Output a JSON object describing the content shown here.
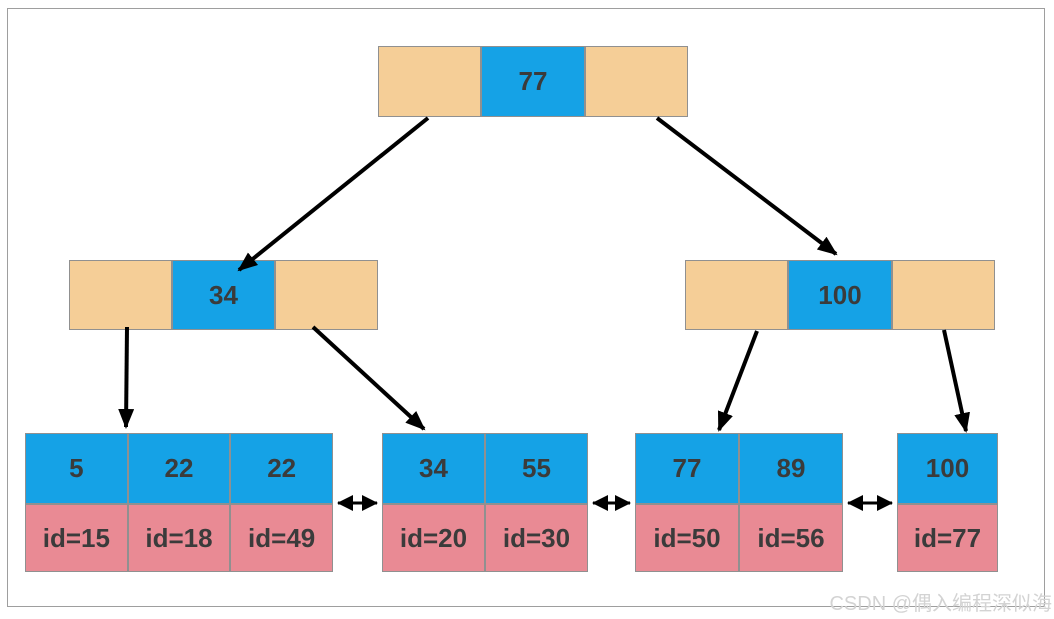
{
  "tree": {
    "root": {
      "key": "77"
    },
    "internal_nodes": [
      {
        "key": "34"
      },
      {
        "key": "100"
      }
    ],
    "leaf_nodes": [
      {
        "keys": [
          "5",
          "22",
          "22"
        ],
        "ids": [
          "id=15",
          "id=18",
          "id=49"
        ]
      },
      {
        "keys": [
          "34",
          "55"
        ],
        "ids": [
          "id=20",
          "id=30"
        ]
      },
      {
        "keys": [
          "77",
          "89"
        ],
        "ids": [
          "id=50",
          "id=56"
        ]
      },
      {
        "keys": [
          "100"
        ],
        "ids": [
          "id=77"
        ]
      }
    ]
  },
  "watermark": {
    "text": "CSDN @偶入编程深似海"
  },
  "colors": {
    "key_cell": "#15a2e6",
    "pointer_cell": "#f5ce97",
    "id_cell": "#e98a94",
    "cell_border": "#909090",
    "text": "#3b3b3b",
    "frame_border": "#9e9e9e",
    "watermark": "#d3d3d3",
    "arrow": "#000000"
  }
}
